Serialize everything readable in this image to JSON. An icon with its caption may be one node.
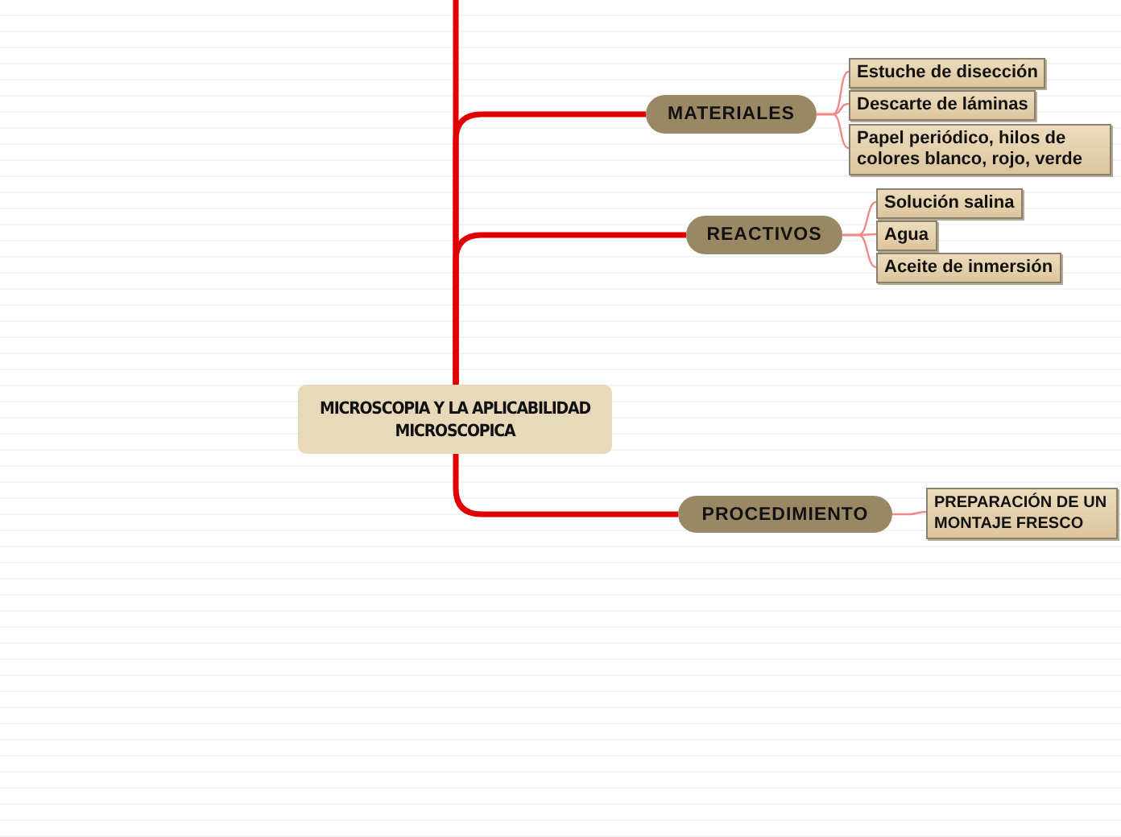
{
  "diagram": {
    "nodes": [
      {
        "text": [
          "MICROSCOPIA Y LA APLICABILIDAD MICROSCOPICA"
        ]
      },
      {
        "text": [
          "MATERIALES"
        ]
      },
      {
        "text": [
          "Estuche de disección"
        ]
      },
      {
        "text": [
          "Descarte de láminas"
        ]
      },
      {
        "text": [
          "Papel periódico, hilos de colores blanco, rojo, verde"
        ]
      },
      {
        "text": [
          "REACTIVOS"
        ]
      },
      {
        "text": [
          "Solución salina"
        ]
      },
      {
        "text": [
          "Agua"
        ]
      },
      {
        "text": [
          "Aceite de inmersión"
        ]
      },
      {
        "text": [
          "PROCEDIMIENTO"
        ]
      },
      {
        "text": [
          "PREPARACIÓN DE UN MONTAJE FRESCO"
        ]
      }
    ],
    "edges": [
      {
        "from": 0,
        "to": null,
        "arrow": "none",
        "style": "thick",
        "color": "#e00000"
      },
      {
        "from": 0,
        "to": 1,
        "arrow": "none",
        "style": "thick",
        "color": "#e00000"
      },
      {
        "from": 0,
        "to": 5,
        "arrow": "none",
        "style": "thick",
        "color": "#e00000"
      },
      {
        "from": 0,
        "to": 9,
        "arrow": "none",
        "style": "thick",
        "color": "#e00000"
      },
      {
        "from": 1,
        "to": 2,
        "arrow": "none"
      },
      {
        "from": 1,
        "to": 3,
        "arrow": "none"
      },
      {
        "from": 1,
        "to": 4,
        "arrow": "none"
      },
      {
        "from": 5,
        "to": 6,
        "arrow": "none"
      },
      {
        "from": 5,
        "to": 7,
        "arrow": "none"
      },
      {
        "from": 5,
        "to": 8,
        "arrow": "none"
      },
      {
        "from": 9,
        "to": 10,
        "arrow": "none"
      }
    ]
  }
}
